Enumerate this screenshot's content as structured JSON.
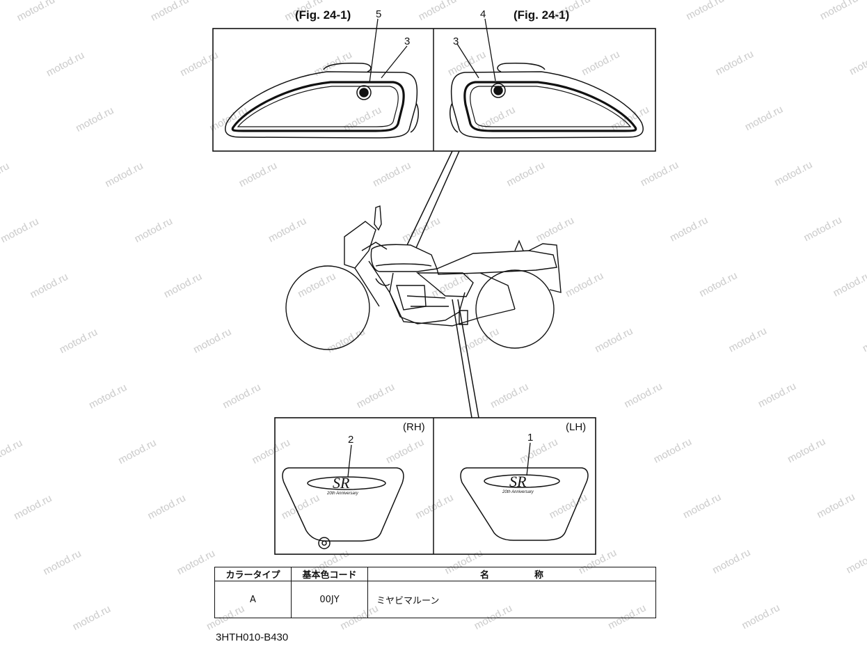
{
  "figure": {
    "fig_label_left": "(Fig. 24-1)",
    "fig_label_right": "(Fig. 24-1)",
    "callouts": {
      "c5": "5",
      "c3a": "3",
      "c4": "4",
      "c3b": "3",
      "c2": "2",
      "c1": "1"
    },
    "side_rh": "(RH)",
    "side_lh": "(LH)",
    "watermark": "motod.ru"
  },
  "table": {
    "headers": [
      "カラータイプ",
      "基本色コード",
      "名　　　　　称"
    ],
    "rows": [
      [
        "A",
        "00JY",
        "ミヤビマルーン"
      ]
    ]
  },
  "document_code": "3HTH010-B430"
}
